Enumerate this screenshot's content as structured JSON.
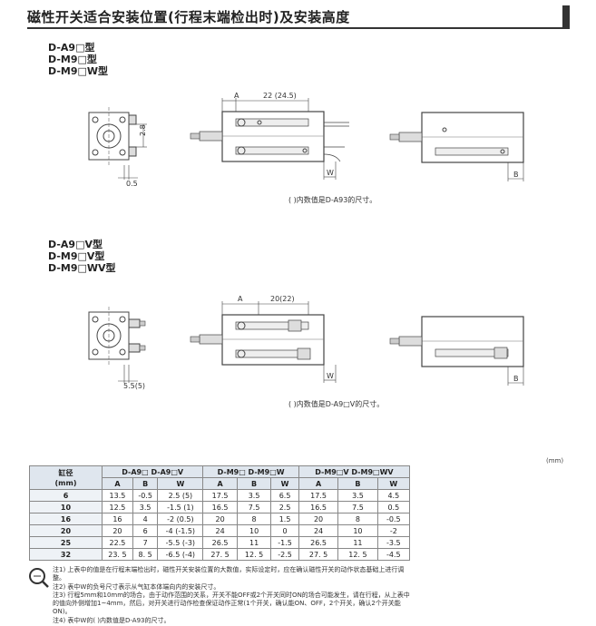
{
  "title": "磁性开关适合安装位置(行程末端检出时)及安装高度",
  "section1": {
    "models": [
      "D-A9□型",
      "D-M9□型",
      "D-M9□W型"
    ],
    "dims": {
      "a": "A",
      "span": "22 (24.5)",
      "h": "2.8",
      "off": "0.5",
      "w": "W",
      "b": "B"
    },
    "caption": "(  )内数值是D-A93的尺寸。"
  },
  "section2": {
    "models": [
      "D-A9□V型",
      "D-M9□V型",
      "D-M9□WV型"
    ],
    "dims": {
      "a": "A",
      "span": "20(22)",
      "off": "5.5(5)",
      "w": "W",
      "b": "B"
    },
    "caption": "(  )内数值是D-A9□V的尺寸。"
  },
  "table": {
    "unit": "(mm)",
    "bore_label": "缸径",
    "bore_unit": "(mm)",
    "groups": [
      "D-A9□  D-A9□V",
      "D-M9□  D-M9□W",
      "D-M9□V  D-M9□WV"
    ],
    "subheaders": [
      "A",
      "B",
      "W",
      "A",
      "B",
      "W",
      "A",
      "B",
      "W"
    ],
    "rows": [
      {
        "bore": "6",
        "cells": [
          "13.5",
          "-0.5",
          "2.5 (5)",
          "17.5",
          "3.5",
          "6.5",
          "17.5",
          "3.5",
          "4.5"
        ]
      },
      {
        "bore": "10",
        "cells": [
          "12.5",
          "3.5",
          "-1.5 (1)",
          "16.5",
          "7.5",
          "2.5",
          "16.5",
          "7.5",
          "0.5"
        ]
      },
      {
        "bore": "16",
        "cells": [
          "16",
          "4",
          "-2 (0.5)",
          "20",
          "8",
          "1.5",
          "20",
          "8",
          "-0.5"
        ]
      },
      {
        "bore": "20",
        "cells": [
          "20",
          "6",
          "-4 (-1.5)",
          "24",
          "10",
          "0",
          "24",
          "10",
          "-2"
        ]
      },
      {
        "bore": "25",
        "cells": [
          "22.5",
          "7",
          "-5.5 (-3)",
          "26.5",
          "11",
          "-1.5",
          "26.5",
          "11",
          "-3.5"
        ]
      },
      {
        "bore": "32",
        "cells": [
          "23. 5",
          "8. 5",
          "-6.5 (-4)",
          "27. 5",
          "12. 5",
          "-2.5",
          "27. 5",
          "12. 5",
          "-4.5"
        ]
      }
    ]
  },
  "notes": [
    "注1) 上表中的值是在行程末端检出时，磁性开关安装位置的大数值，实际设定时，应在确认磁性开关的动作状态基础上进行调整。",
    "注2) 表中W的负号尺寸表示从气缸本体端向内的安装尺寸。",
    "注3) 行程5mm和10mm的场合，由于动作范围的关系，开关不能OFF或2个开关同时ON的场合可能发生，请在行程，从上表中的值向外侧增加1~4mm，然后，对开关进行动作检查保证动作正常(1个开关，确认能ON、OFF，2个开关，确认2个开关能ON)。",
    "注4) 表中W的(  )内数值是D-A93的尺寸。"
  ]
}
